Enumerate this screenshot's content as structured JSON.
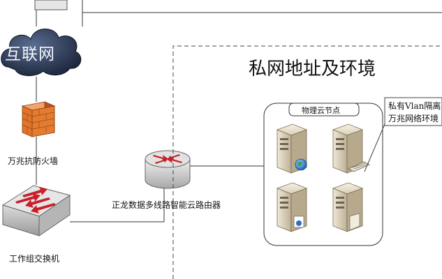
{
  "internet": {
    "label": "互联网"
  },
  "firewall": {
    "label": "万兆抗防火墙"
  },
  "switch": {
    "label": "工作组交换机"
  },
  "router": {
    "label": "正龙数据多线路智能云路由器"
  },
  "private_zone": {
    "title": "私网地址及环境"
  },
  "cloud_node": {
    "label": "物理云节点"
  },
  "callout": {
    "line1": "私有Vlan隔离",
    "line2": "万兆网络环境"
  },
  "colors": {
    "cloud": "#1f2a44",
    "firewall": "#e0742a",
    "arrows": "#c8202a",
    "server": "#d8ccb0",
    "globe": "#2a6fc0"
  }
}
